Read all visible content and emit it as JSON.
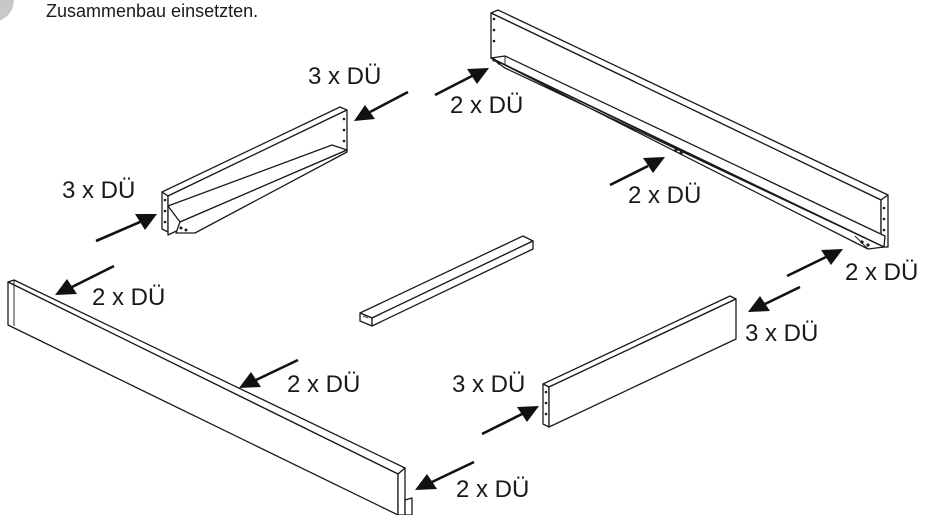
{
  "header": {
    "instruction_text": "Zusammenbau einsetzten."
  },
  "labels": {
    "back_rail_top": "3 x DÜ",
    "back_rail_top_right": "2 x DÜ",
    "long_rail_center": "2 x DÜ",
    "short_rail_left": "3 x DÜ",
    "front_rail_left": "2 x DÜ",
    "front_rail_center": "2 x DÜ",
    "front_rail_bottom": "2 x DÜ",
    "short_rail_right": "3 x DÜ",
    "long_rail_right_end": "2 x DÜ",
    "right_side": "3 x DÜ"
  },
  "colors": {
    "ink": "#1a1a1a",
    "background": "#ffffff"
  }
}
